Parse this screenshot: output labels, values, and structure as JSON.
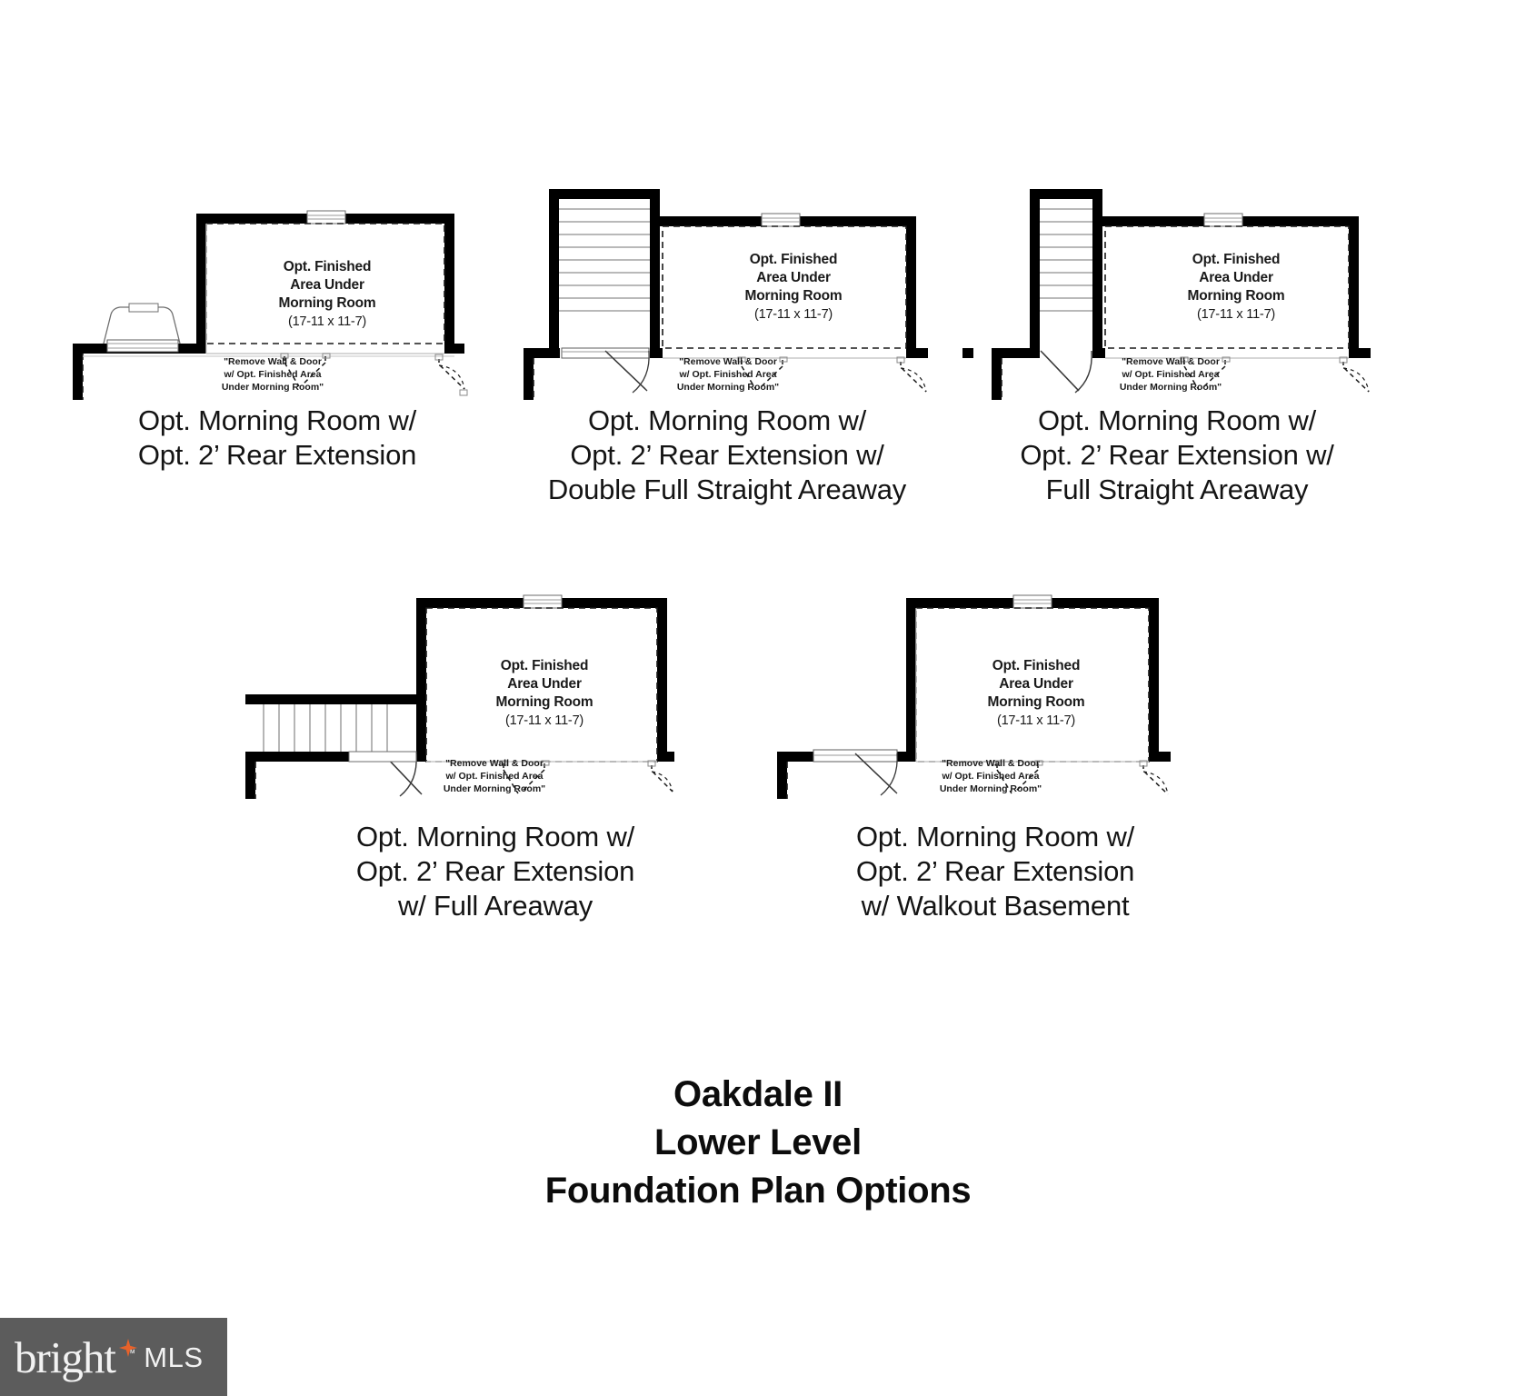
{
  "document": {
    "type": "foundation-plan-options-sheet",
    "background_color": "#ffffff",
    "ink_color": "#000000"
  },
  "room_label": {
    "line1": "Opt. Finished",
    "line2": "Area Under",
    "line3": "Morning Room",
    "dimensions": "(17-11 x 11-7)"
  },
  "note": {
    "line1": "\"Remove Wall & Door",
    "line2": "w/ Opt. Finished Area",
    "line3": "Under Morning Room\""
  },
  "plans": [
    {
      "id": "plan-1",
      "caption": "Opt. Morning Room w/\nOpt. 2’ Rear Extension",
      "feature": "bay-areaway-window-well",
      "room": {
        "line1": "Opt. Finished",
        "line2": "Area Under",
        "line3": "Morning Room",
        "dimensions": "(17-11 x 11-7)"
      },
      "note": "\"Remove Wall & Door\nw/ Opt. Finished Area\nUnder Morning Room\""
    },
    {
      "id": "plan-2",
      "caption": "Opt. Morning Room w/\nOpt. 2’ Rear Extension w/\nDouble Full Straight Areaway",
      "feature": "double-full-straight-areaway",
      "room": {
        "line1": "Opt. Finished",
        "line2": "Area Under",
        "line3": "Morning Room",
        "dimensions": "(17-11 x 11-7)"
      },
      "note": "\"Remove Wall & Door\nw/ Opt. Finished Area\nUnder Morning Room\""
    },
    {
      "id": "plan-3",
      "caption": "Opt. Morning Room w/\nOpt. 2’ Rear Extension w/\nFull Straight Areaway",
      "feature": "full-straight-areaway",
      "room": {
        "line1": "Opt. Finished",
        "line2": "Area Under",
        "line3": "Morning Room",
        "dimensions": "(17-11 x 11-7)"
      },
      "note": "\"Remove Wall & Door\nw/ Opt. Finished Area\nUnder Morning Room\""
    },
    {
      "id": "plan-4",
      "caption": "Opt. Morning Room w/\nOpt. 2’ Rear Extension\nw/ Full Areaway",
      "feature": "full-areaway",
      "room": {
        "line1": "Opt. Finished",
        "line2": "Area Under",
        "line3": "Morning Room",
        "dimensions": "(17-11 x 11-7)"
      },
      "note": "\"Remove Wall & Door\nw/ Opt. Finished Area\nUnder Morning Room\""
    },
    {
      "id": "plan-5",
      "caption": "Opt. Morning Room w/\nOpt. 2’ Rear Extension\nw/ Walkout Basement",
      "feature": "walkout-basement",
      "room": {
        "line1": "Opt. Finished",
        "line2": "Area Under",
        "line3": "Morning Room",
        "dimensions": "(17-11 x 11-7)"
      },
      "note": "\"Remove Wall & Door\nw/ Opt. Finished Area\nUnder Morning Room\""
    }
  ],
  "title_block": {
    "line1": "Oakdale II",
    "line2": "Lower Level",
    "line3": "Foundation Plan Options"
  },
  "watermark": {
    "brand": "bright",
    "trademark": "™",
    "suffix": "MLS",
    "background_color": "#5c5c5c",
    "text_color": "#f2f2f2",
    "accent_color": "#e8622a"
  }
}
